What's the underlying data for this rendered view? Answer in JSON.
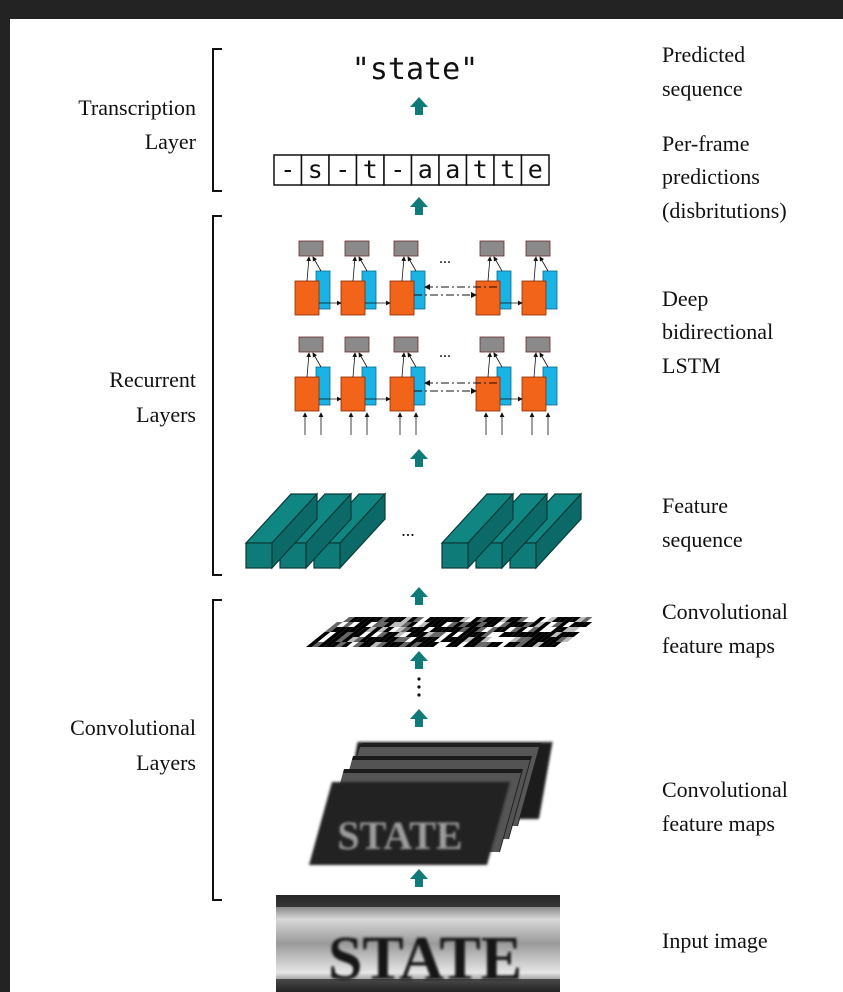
{
  "layers": {
    "transcription": [
      "Transcription",
      "Layer"
    ],
    "recurrent": [
      "Recurrent",
      "Layers"
    ],
    "convolutional": [
      "Convolutional",
      "Layers"
    ]
  },
  "descriptions": {
    "predicted": [
      "Predicted",
      "sequence"
    ],
    "per_frame": [
      "Per-frame",
      "predictions",
      "(disbritutions)"
    ],
    "lstm": [
      "Deep",
      "bidirectional",
      "LSTM"
    ],
    "feature_seq": [
      "Feature",
      "sequence"
    ],
    "conv_maps_top": [
      "Convolutional",
      "feature maps"
    ],
    "conv_maps_bottom": [
      "Convolutional",
      "feature maps"
    ],
    "input": [
      "Input image"
    ]
  },
  "predicted_sequence": "\"state\"",
  "frame_predictions": [
    "-",
    "s",
    "-",
    "t",
    "-",
    "a",
    "a",
    "t",
    "t",
    "e"
  ],
  "input_word": "STATE",
  "ellipsis": "...",
  "colors": {
    "arrow": "#0e7b78",
    "lstm_forward": "#f26419",
    "lstm_backward": "#1ab3e6",
    "lstm_output": "#8a8a8a",
    "feature_box": "#0e7b78",
    "background_outer": "#232323",
    "background_inner": "#ffffff"
  }
}
